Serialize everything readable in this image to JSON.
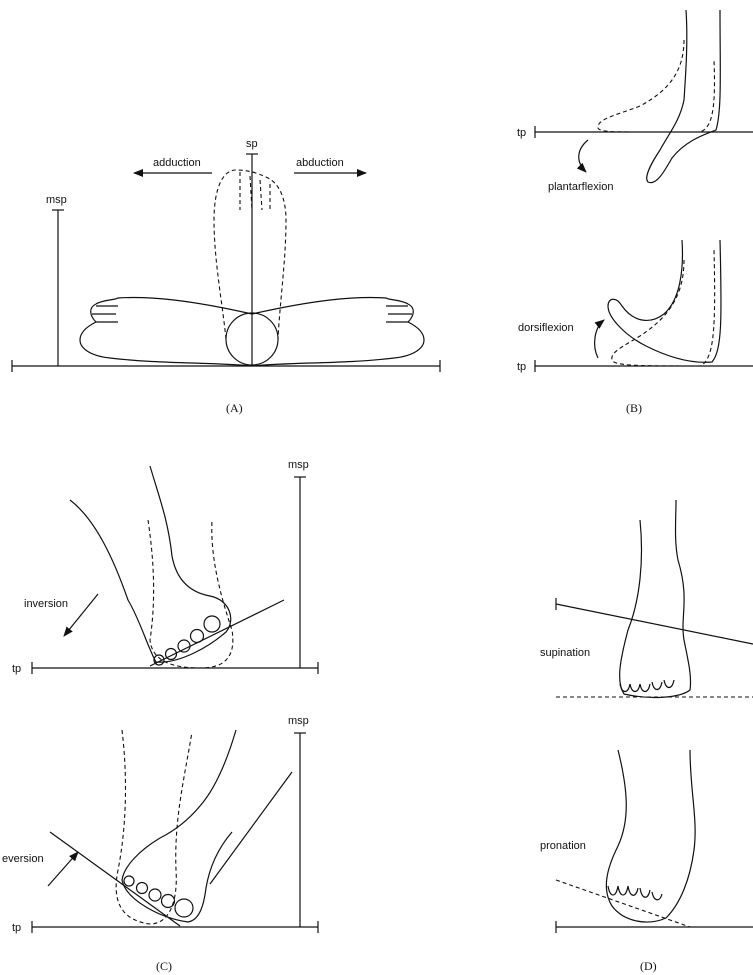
{
  "panelA": {
    "label_sp": "sp",
    "label_msp": "msp",
    "label_adduction": "adduction",
    "label_abduction": "abduction",
    "caption": "(A)"
  },
  "panelB": {
    "label_tp_top": "tp",
    "label_plantarflexion": "plantarflexion",
    "label_tp_bottom": "tp",
    "label_dorsiflexion": "dorsiflexion",
    "caption": "(B)"
  },
  "panelC": {
    "label_msp_top": "msp",
    "label_inversion": "inversion",
    "label_tp_top": "tp",
    "label_msp_bottom": "msp",
    "label_eversion": "eversion",
    "label_tp_bottom": "tp",
    "caption": "(C)"
  },
  "panelD": {
    "label_supination": "supination",
    "label_pronation": "pronation",
    "caption": "(D)"
  }
}
